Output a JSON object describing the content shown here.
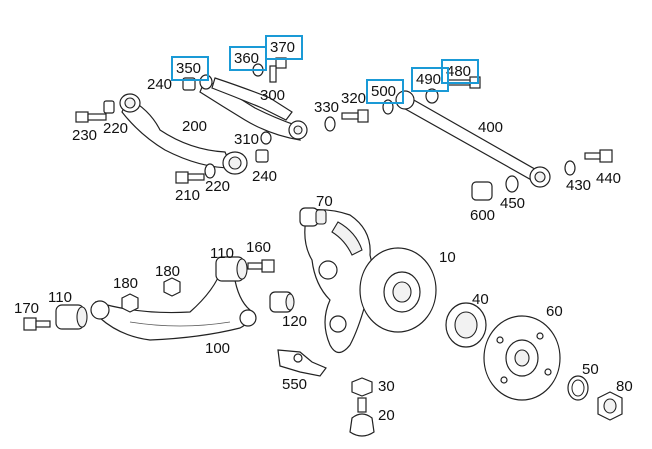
{
  "highlight_color": "#1a9ad6",
  "labels": {
    "n10": "10",
    "n20": "20",
    "n30": "30",
    "n40": "40",
    "n50": "50",
    "n60": "60",
    "n70": "70",
    "n80": "80",
    "n100": "100",
    "n110a": "110",
    "n110b": "110",
    "n120": "120",
    "n160": "160",
    "n170": "170",
    "n180a": "180",
    "n180b": "180",
    "n200": "200",
    "n210": "210",
    "n220a": "220",
    "n220b": "220",
    "n230": "230",
    "n240a": "240",
    "n240b": "240",
    "n300": "300",
    "n310": "310",
    "n320": "320",
    "n330": "330",
    "n350": "350",
    "n360": "360",
    "n370": "370",
    "n400": "400",
    "n430": "430",
    "n440": "440",
    "n450": "450",
    "n480": "480",
    "n490": "490",
    "n500": "500",
    "n550": "550",
    "n600": "600"
  },
  "icons": {
    "wheel_hub": "wheel-hub-icon",
    "knuckle": "wheel-carrier-icon",
    "bearing": "wheel-bearing-icon",
    "bolt": "bolt-icon",
    "nut": "nut-icon",
    "washer": "washer-icon",
    "bushing": "bushing-icon",
    "ball_joint": "ball-joint-icon",
    "control_arm": "control-arm-icon",
    "snap_ring": "snap-ring-icon"
  }
}
